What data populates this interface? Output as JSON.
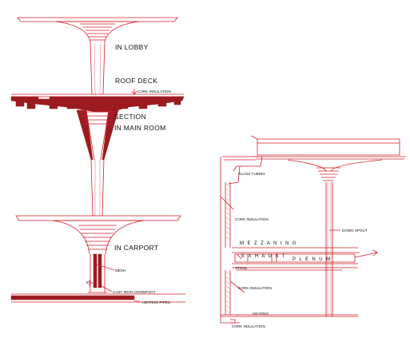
{
  "labels": {
    "in_lobby": "IN LOBBY",
    "roof_deck": "ROOF DECK",
    "cork_insulation_top": "CORK INSULATION",
    "section": "SECTION",
    "in_main_room": "IN MAIN ROOM",
    "in_carport": "IN CARPORT",
    "mesh": "MESH",
    "dim_6": "6\"",
    "cast_iron_crowfoot": "CAST IRON CROWFOOT",
    "heating_pipes": "HEATING PIPES",
    "glass_tubing": "GLASS TUBING",
    "cork_insulation_right": "CORK INSULATION",
    "down_spout": "DOWN SPOUT",
    "mezzanine": "M E Z Z A N I N G",
    "exhaust": "E X H A U S T",
    "plenum": "P L E N U M",
    "stool": "STOOL",
    "cork_insulation_lower": "CORK INSULATION",
    "heating_bottom": "HEATING",
    "cork_insulation_bottom": "CORK INSULATION"
  },
  "colors": {
    "line": "#d4202a",
    "fill": "#9b1b20",
    "text": "#111111"
  }
}
